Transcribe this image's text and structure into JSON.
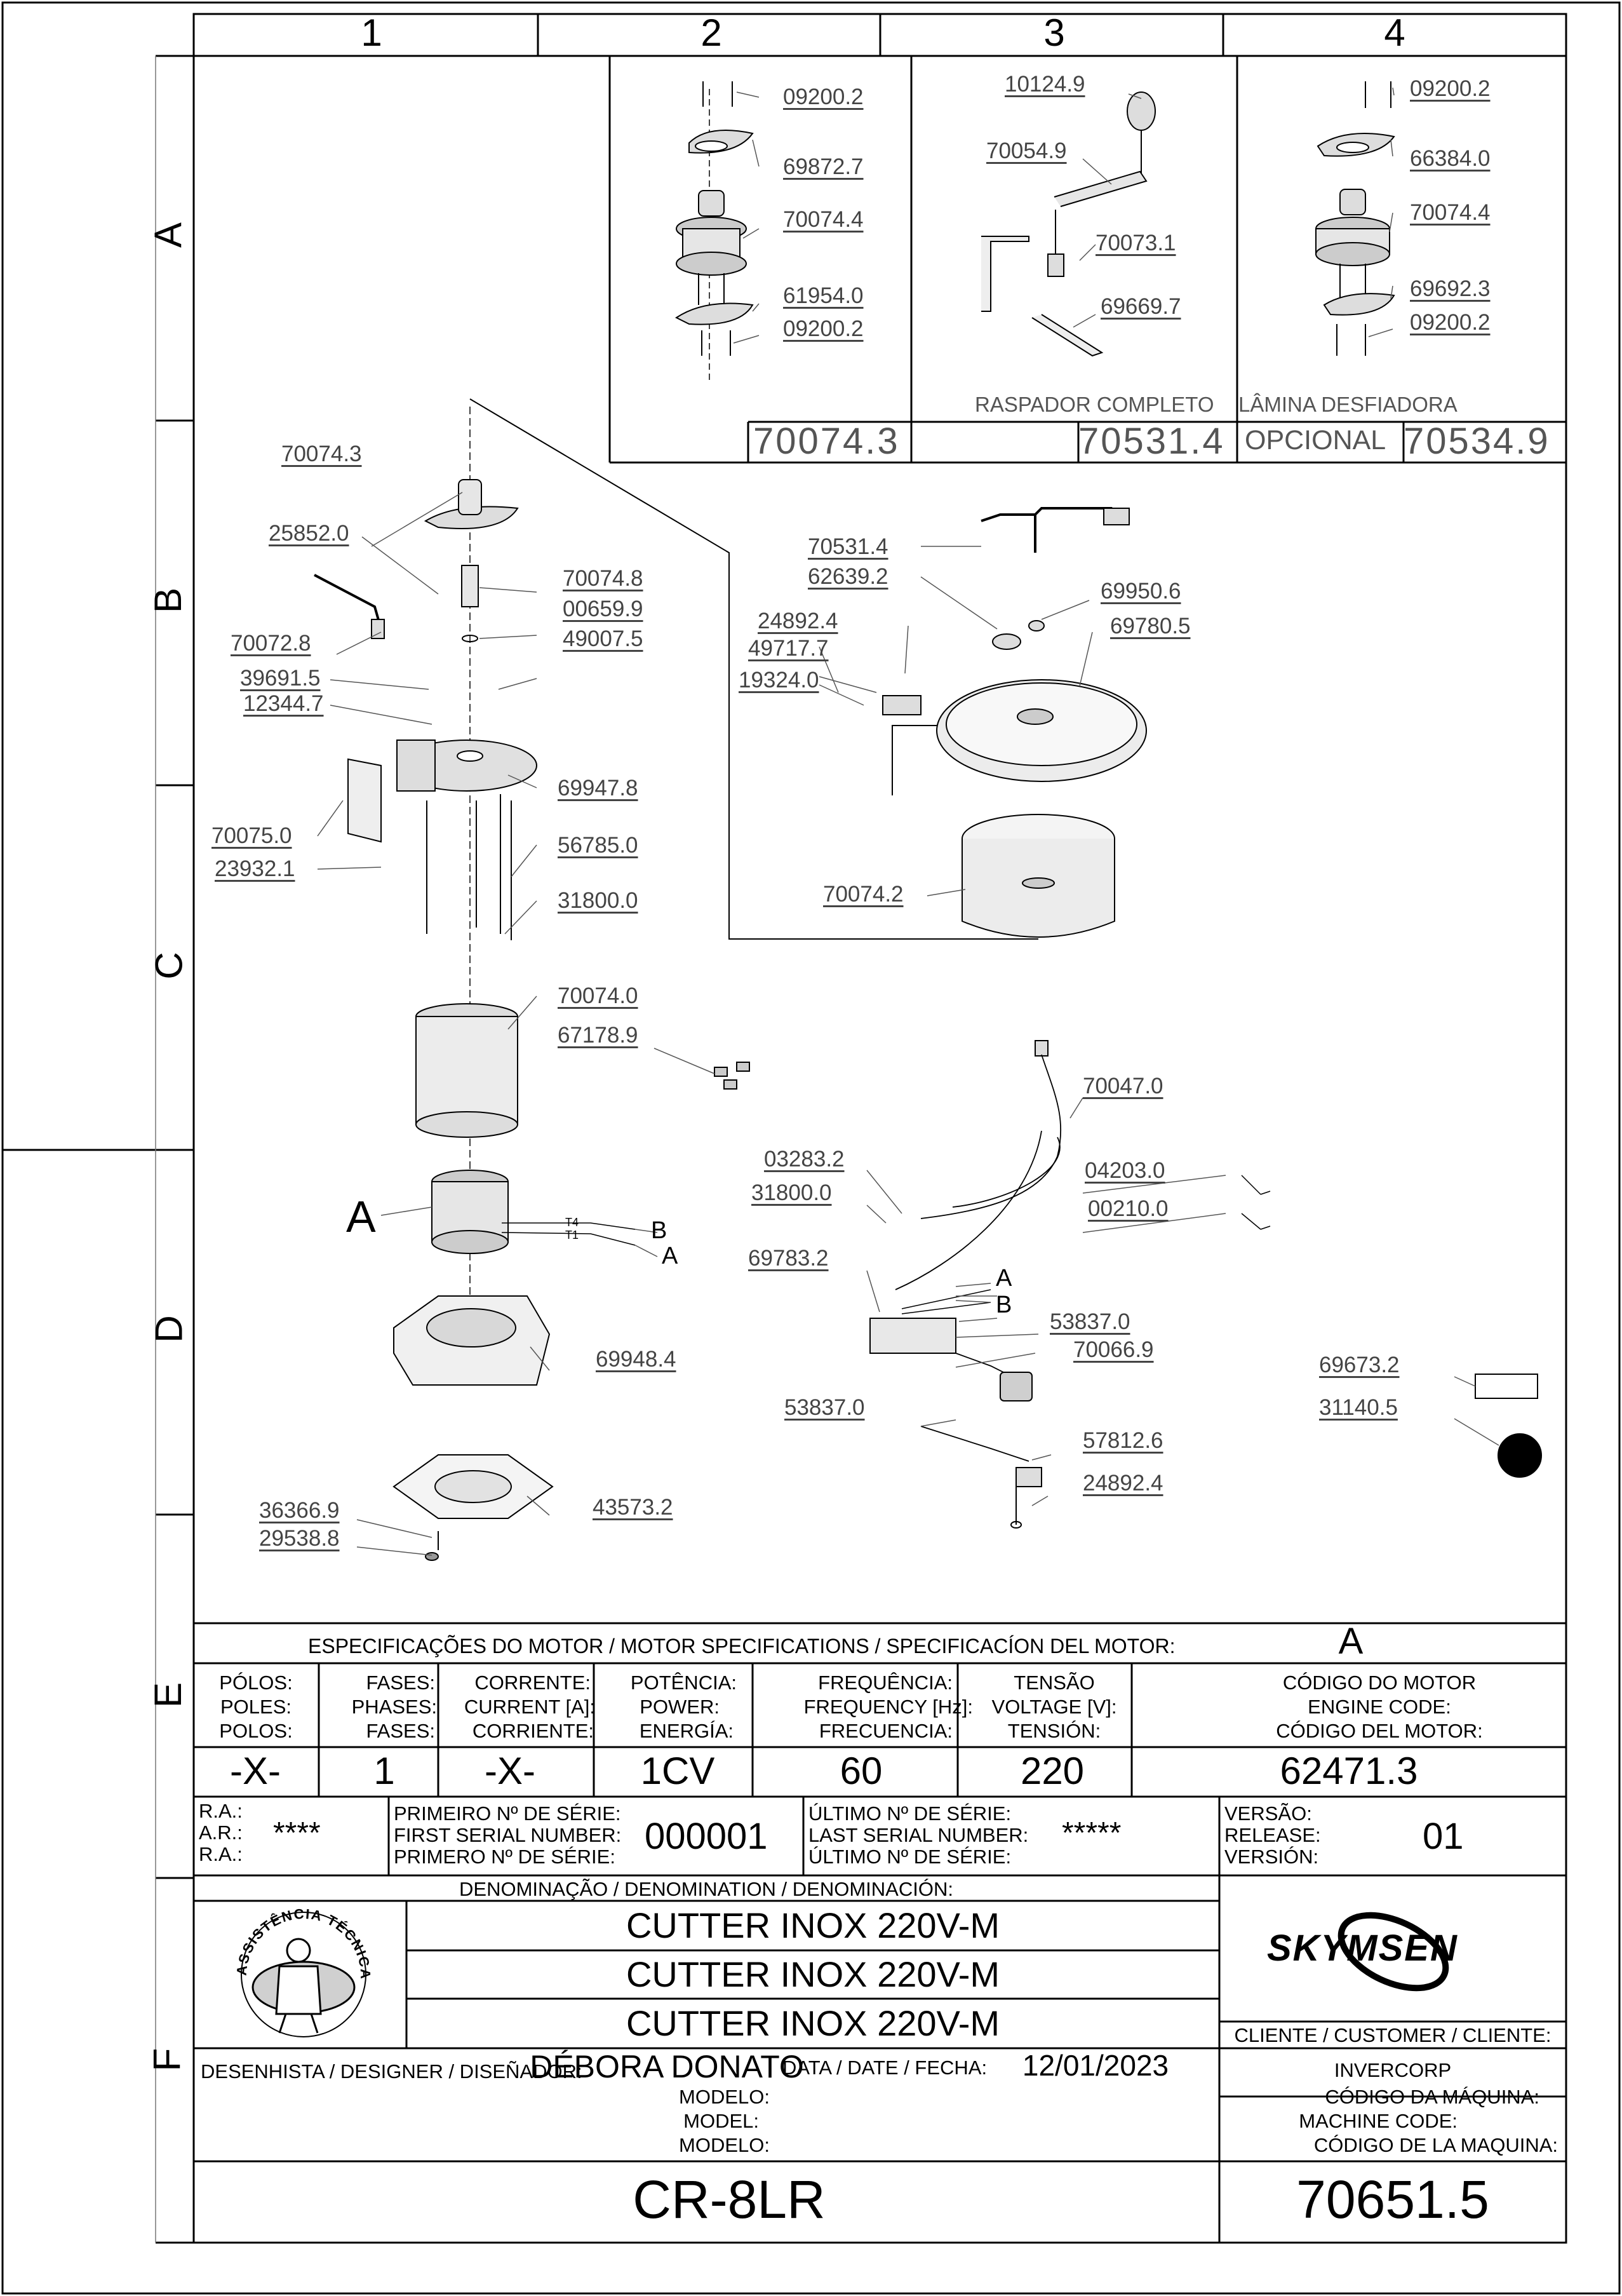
{
  "grid": {
    "columns": [
      "1",
      "2",
      "3",
      "4"
    ],
    "rows": [
      "A",
      "B",
      "C",
      "D",
      "E",
      "F"
    ]
  },
  "options": {
    "box2_code": "70074.3",
    "box3_caption": "RASPADOR  COMPLETO",
    "box3_code": "70531.4",
    "box4_caption": "LÂMINA   DESFIADORA",
    "box4_opt": "OPCIONAL",
    "box4_code": "70534.9"
  },
  "parts": {
    "p09200_2a": "09200.2",
    "p69872_7": "69872.7",
    "p70074_4a": "70074.4",
    "p61954_0": "61954.0",
    "p09200_2b": "09200.2",
    "p10124_9": "10124.9",
    "p70054_9": "70054.9",
    "p70073_1": "70073.1",
    "p69669_7": "69669.7",
    "p09200_2c": "09200.2",
    "p66384_0": "66384.0",
    "p70074_4b": "70074.4",
    "p69692_3": "69692.3",
    "p09200_2d": "09200.2",
    "p70074_3": "70074.3",
    "p25852_0": "25852.0",
    "p70074_8": "70074.8",
    "p00659_9": "00659.9",
    "p49007_5": "49007.5",
    "p70072_8": "70072.8",
    "p39691_5": "39691.5",
    "p12344_7": "12344.7",
    "p69947_8": "69947.8",
    "p70075_0": "70075.0",
    "p23932_1": "23932.1",
    "p56785_0": "56785.0",
    "p31800_0a": "31800.0",
    "p70074_0": "70074.0",
    "p67178_9": "67178.9",
    "p70531_4": "70531.4",
    "p62639_2": "62639.2",
    "p69950_6": "69950.6",
    "p69780_5": "69780.5",
    "p24892_4a": "24892.4",
    "p49717_7": "49717.7",
    "p19324_0": "19324.0",
    "p70074_2": "70074.2",
    "p70047_0": "70047.0",
    "p03283_2": "03283.2",
    "p31800_0b": "31800.0",
    "p04203_0": "04203.0",
    "p00210_0": "00210.0",
    "p69783_2": "69783.2",
    "p53837_0a": "53837.0",
    "p70066_9": "70066.9",
    "p53837_0b": "53837.0",
    "p57812_6": "57812.6",
    "p24892_4b": "24892.4",
    "p69948_4": "69948.4",
    "p36366_9": "36366.9",
    "p29538_8": "29538.8",
    "p43573_2": "43573.2",
    "p69673_2": "69673.2",
    "p31140_5": "31140.5"
  },
  "motor_callouts": {
    "a_big": "A",
    "t4": "T4",
    "t1": "T1",
    "b": "B",
    "a": "A",
    "board_a": "A",
    "board_b": "B"
  },
  "spec": {
    "title": "ESPECIFICAÇÕES DO MOTOR / MOTOR SPECIFICATIONS / SPECIFICACÍON DEL MOTOR:",
    "motor_letter": "A",
    "poles_l1": "PÓLOS:",
    "poles_l2": "POLES:",
    "poles_l3": "POLOS:",
    "phases_l1": "FASES:",
    "phases_l2": "PHASES:",
    "phases_l3": "FASES:",
    "current_l1": "CORRENTE:",
    "current_l2": "CURRENT [A]:",
    "current_l3": "CORRIENTE:",
    "power_l1": "POTÊNCIA:",
    "power_l2": "POWER:",
    "power_l3": "ENERGÍA:",
    "freq_l1": "FREQUÊNCIA:",
    "freq_l2": "FREQUENCY [Hz]:",
    "freq_l3": "FRECUENCIA:",
    "volt_l1": "TENSÃO",
    "volt_l2": "VOLTAGE [V]:",
    "volt_l3": "TENSIÓN:",
    "code_l1": "CÓDIGO DO MOTOR",
    "code_l2": "ENGINE CODE:",
    "code_l3": "CÓDIGO DEL MOTOR:",
    "poles": "-X-",
    "phases": "1",
    "current": "-X-",
    "power": "1CV",
    "frequency": "60",
    "voltage": "220",
    "motor_code": "62471.3"
  },
  "serial": {
    "ra1": "R.A.:",
    "ra2": "A.R.:",
    "ra3": "R.A.:",
    "ra_value": "****",
    "first_l1": "PRIMEIRO Nº DE SÉRIE:",
    "first_l2": "FIRST SERIAL NUMBER:",
    "first_l3": "PRIMERO Nº DE SÉRIE:",
    "first_value": "000001",
    "last_l1": "ÚLTIMO Nº DE SÉRIE:",
    "last_l2": "LAST SERIAL NUMBER:",
    "last_l3": "ÚLTIMO Nº DE SÉRIE:",
    "last_value": "*****",
    "ver_l1": "VERSÃO:",
    "ver_l2": "RELEASE:",
    "ver_l3": "VERSIÓN:",
    "version": "01"
  },
  "denomination": {
    "label": "DENOMINAÇÃO / DENOMINATION / DENOMINACIÓN:",
    "line1": "CUTTER INOX 220V-M",
    "line2": "CUTTER INOX 220V-M",
    "line3": "CUTTER INOX 220V-M"
  },
  "logos": {
    "assist_text": "ASSISTÊNCIA TÉCNICA AUTORIZADA",
    "brand": "SKYMSEN"
  },
  "client": {
    "label": "CLIENTE / CUSTOMER / CLIENTE:",
    "value": "INVERCORP"
  },
  "designer": {
    "label": "DESENHISTA / DESIGNER / DISEÑADOR:",
    "value": "DÉBORA DONATO",
    "date_label": "DATA / DATE / FECHA:",
    "date": "12/01/2023"
  },
  "model": {
    "l1": "MODELO:",
    "l2": "MODEL:",
    "l3": "MODELO:",
    "value": "CR-8LR"
  },
  "machine": {
    "l1": "CÓDIGO DA MÁQUINA:",
    "l2": "MACHINE CODE:",
    "l3": "CÓDIGO DE LA MAQUINA:",
    "value": "70651.5"
  }
}
